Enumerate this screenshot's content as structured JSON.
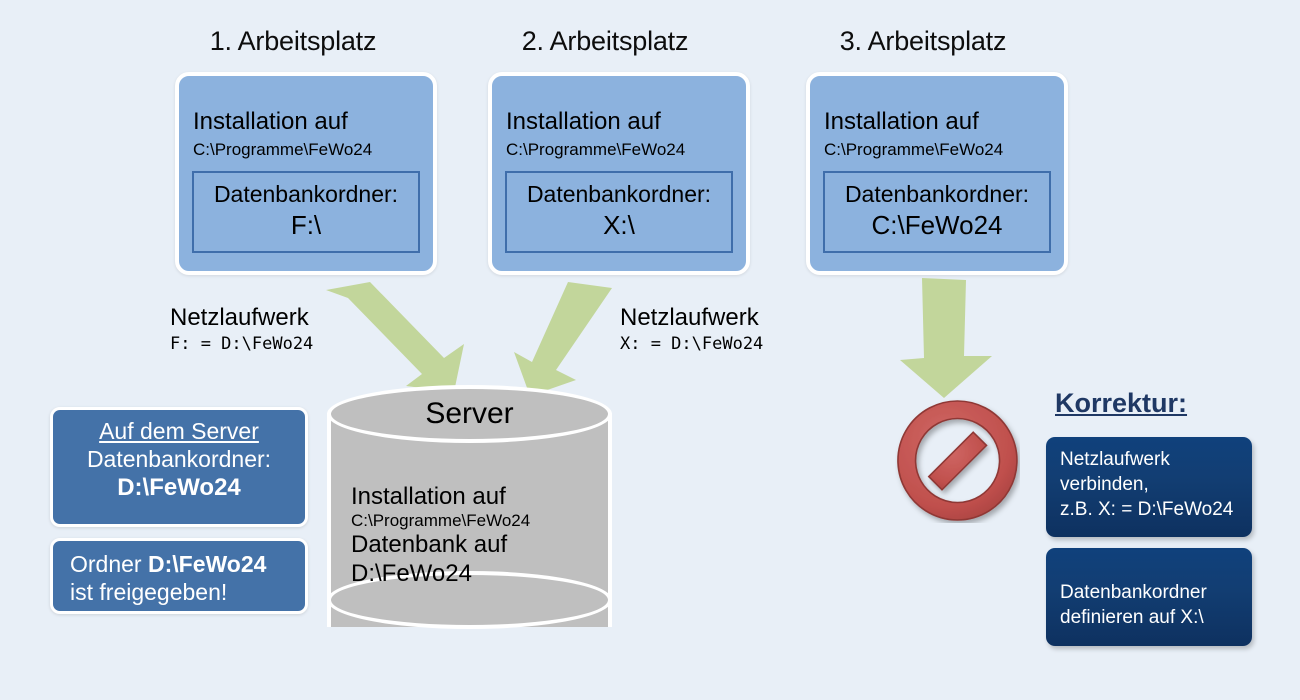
{
  "background_color": "#e8eff7",
  "colors": {
    "workstation_fill": "#8cb2de",
    "workstation_border": "#ffffff",
    "inner_box_border": "#3f6eab",
    "arrow_green": "#c2d69b",
    "cylinder_gray": "#bfbfbf",
    "info_box_blue": "#4472a8",
    "korrektur_navy": "#10417c",
    "korrektur_title": "#1f3864",
    "prohibition_red": "#c0504d"
  },
  "workstations": [
    {
      "title": "1. Arbeitsplatz",
      "install_label": "Installation auf",
      "install_path": "C:\\Programme\\FeWo24",
      "db_label": "Datenbankordner:",
      "db_value": "F:\\"
    },
    {
      "title": "2. Arbeitsplatz",
      "install_label": "Installation auf",
      "install_path": "C:\\Programme\\FeWo24",
      "db_label": "Datenbankordner:",
      "db_value": "X:\\"
    },
    {
      "title": "3. Arbeitsplatz",
      "install_label": "Installation auf",
      "install_path": "C:\\Programme\\FeWo24",
      "db_label": "Datenbankordner:",
      "db_value": "C:\\FeWo24"
    }
  ],
  "network_drives": [
    {
      "title": "Netzlaufwerk",
      "mapping": "F:  =  D:\\FeWo24"
    },
    {
      "title": "Netzlaufwerk",
      "mapping": "X:  =  D:\\FeWo24"
    }
  ],
  "server": {
    "label": "Server",
    "install_label": "Installation auf",
    "install_path": "C:\\Programme\\FeWo24",
    "db_label": "Datenbank auf",
    "db_path": "D:\\FeWo24"
  },
  "server_info_box": {
    "line1": "Auf dem Server",
    "line2": "Datenbankordner:",
    "line3": "D:\\FeWo24"
  },
  "share_info_box": {
    "line1_prefix": "Ordner ",
    "line1_bold": "D:\\FeWo24",
    "line2": "ist freigegeben!"
  },
  "korrektur": {
    "title": "Korrektur:",
    "boxes": [
      {
        "lines": [
          "Netzlaufwerk",
          "verbinden,",
          "z.B. X: = D:\\FeWo24"
        ]
      },
      {
        "lines": [
          "Datenbankordner",
          "definieren auf X:\\"
        ]
      }
    ]
  },
  "icons": {
    "prohibition": "prohibition-sign",
    "arrow": "green-arrow"
  }
}
